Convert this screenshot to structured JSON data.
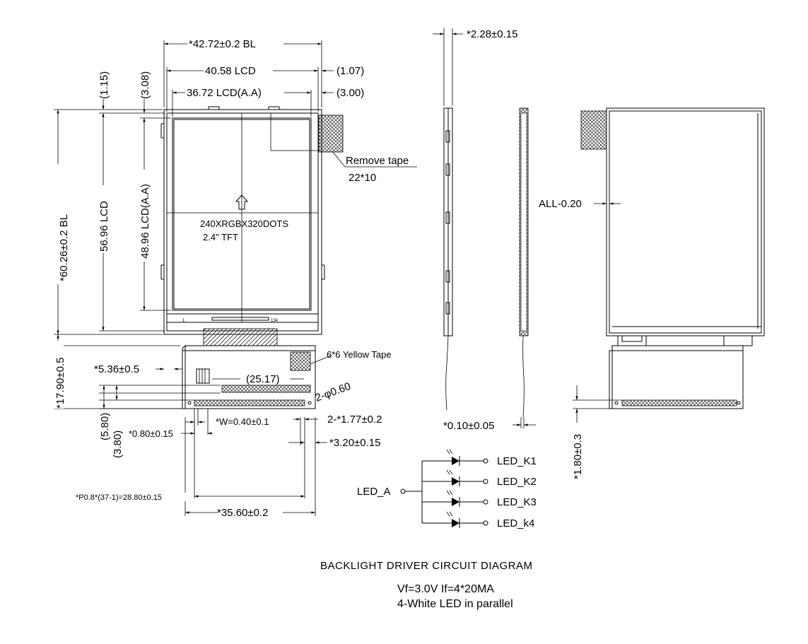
{
  "front": {
    "bl_width": "*42.72±0.2  BL",
    "lcd_width": "40.58  LCD",
    "lcd_width_offset": "(1.07)",
    "aa_width": "36.72  LCD(A.A)",
    "aa_width_offset": "(3.00)",
    "top_offset_1": "(1.15)",
    "top_offset_2": "(3.08)",
    "bl_height": "*60.26±0.2  BL",
    "lcd_height": "56.96  LCD",
    "aa_height": "48.96  LCD(A.A)",
    "remove_tape": "Remove tape",
    "remove_tape_size": "22*10",
    "resolution": "240XRGBX320DOTS",
    "panel_type": "2.4\"   TFT",
    "pin_first": "1",
    "pin_last": "134"
  },
  "fpc": {
    "fpc_length": "*17.90±0.5",
    "offset_left": "*5.36±0.5",
    "center_offset": "(25.17)",
    "yellow_tape": "6*6 Yellow Tape",
    "holes": "2-φ0.60",
    "dim_5_80": "(5.80)",
    "dim_3_80": "(3.80)",
    "gap": "*0.80±0.15",
    "pin_width": "*W=0.40±0.1",
    "hole_dist": "2-*1.77±0.2",
    "edge_dist": "*3.20±0.15",
    "pitch": "*P0.8*(37-1)=28.80±0.15",
    "fpc_width": "*35.60±0.2"
  },
  "side": {
    "thickness": "*2.28±0.15",
    "fpc_thickness": "*0.10±0.05"
  },
  "back": {
    "clearance": "ALL-0.20",
    "stiffener": "*1.80±0.3"
  },
  "circuit": {
    "anode": "LED_A",
    "k1": "LED_K1",
    "k2": "LED_K2",
    "k3": "LED_K3",
    "k4": "LED_k4",
    "title": "BACKLIGHT DRIVER CIRCUIT DIAGRAM",
    "spec_line1": "Vf=3.0V  If=4*20MA",
    "spec_line2": "4-White  LED  in  parallel"
  }
}
